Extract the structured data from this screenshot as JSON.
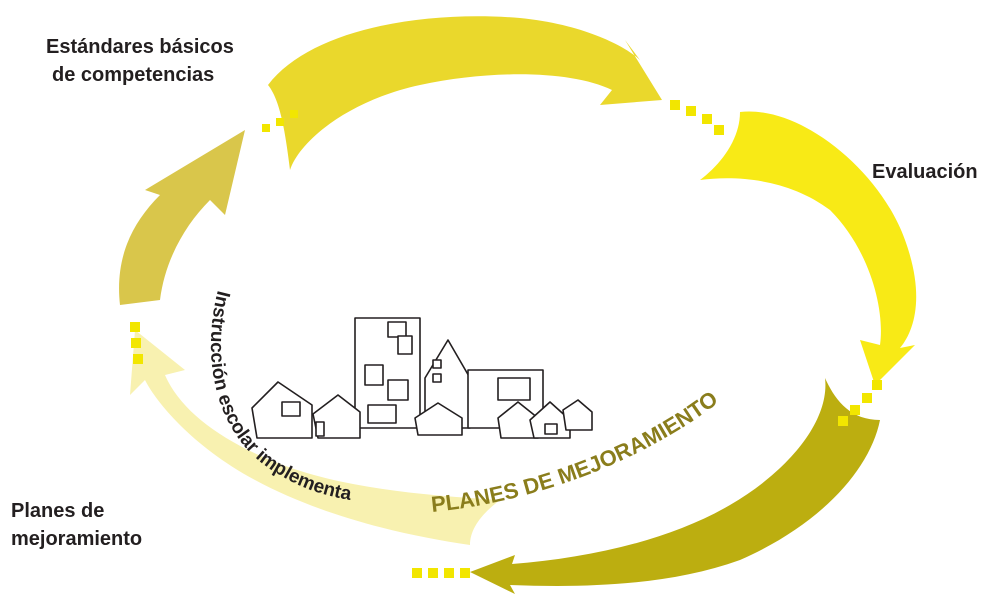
{
  "labels": {
    "standards": [
      "Estándares básicos",
      "de competencias"
    ],
    "evaluation": "Evaluación",
    "plans": [
      "Planes de",
      "mejoramiento"
    ]
  },
  "curved_text": {
    "school_instruction": "Instrucción escolar implementa",
    "improvement_plans": "PLANES DE MEJORAMIENTO"
  },
  "colors": {
    "arrow_top": "#ead82c",
    "arrow_right": "#f8ea16",
    "arrow_bottom": "#bcae10",
    "arrow_left_lower": "#f8f1b0",
    "arrow_left_upper": "#d9c64b",
    "dots": "#f2e600",
    "curved_text_dark": "#231f20",
    "curved_text_olive": "#8a7d1c",
    "label_text": "#231f20"
  },
  "icons": {
    "city": "city-buildings-icon"
  }
}
